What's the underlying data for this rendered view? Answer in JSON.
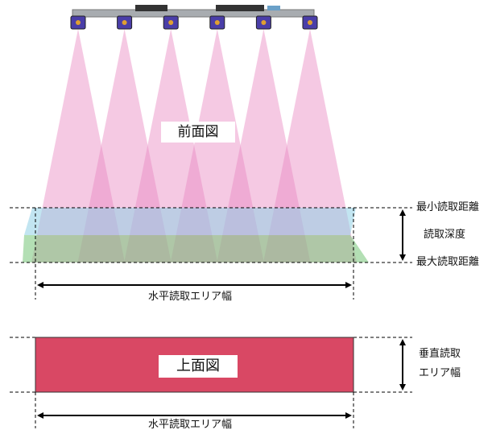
{
  "front_view": {
    "title": "前面図",
    "readers": 6
  },
  "labels": {
    "min_read_distance": "最小読取距離",
    "read_depth": "読取深度",
    "max_read_distance": "最大読取距離",
    "horizontal_read_area_front": "水平読取エリア幅",
    "horizontal_read_area_top": "水平読取エリア幅",
    "vertical_read_area": [
      "垂直読取",
      "エリア幅"
    ]
  },
  "top_view": {
    "title": "上面図"
  },
  "colors": {
    "beam": "#e888c0",
    "min_plane": "#6cc8e0",
    "max_plane": "#6cc070",
    "top_area": "#d94864",
    "mount_bar": "#a0a4a8",
    "reader_body": "#4a3ea8"
  }
}
